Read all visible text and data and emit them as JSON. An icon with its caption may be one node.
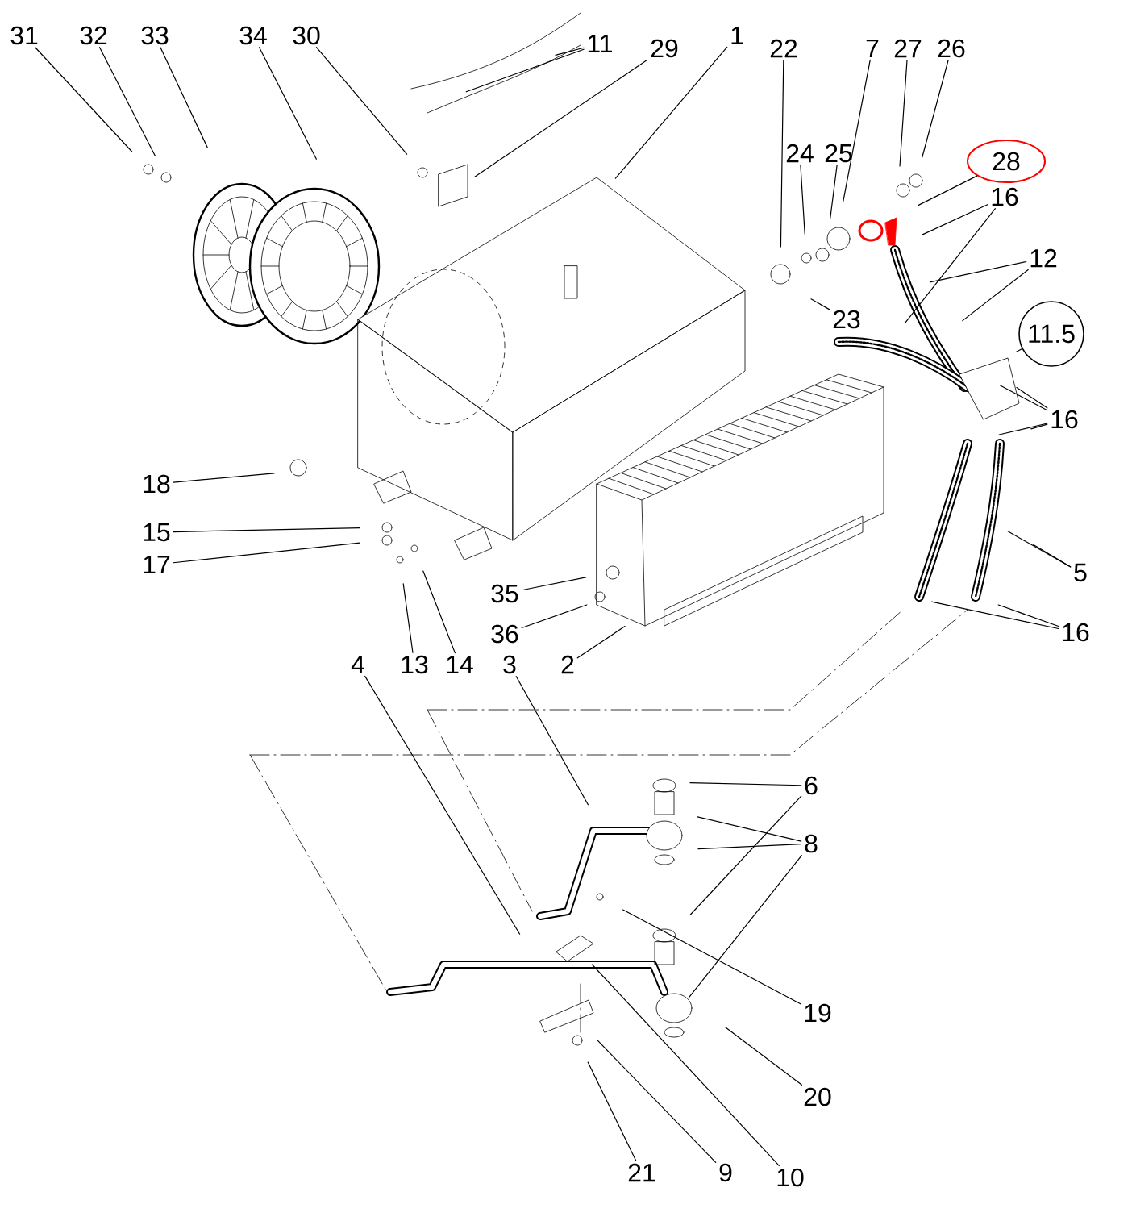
{
  "diagram": {
    "nodes": [
      {
        "text": [
          "31"
        ]
      },
      {
        "text": [
          "32"
        ]
      },
      {
        "text": [
          "33"
        ]
      },
      {
        "text": [
          "34"
        ]
      },
      {
        "text": [
          "30"
        ]
      },
      {
        "text": [
          "11"
        ]
      },
      {
        "text": [
          "29"
        ]
      },
      {
        "text": [
          "1"
        ]
      },
      {
        "text": [
          "22"
        ]
      },
      {
        "text": [
          "24"
        ]
      },
      {
        "text": [
          "25"
        ]
      },
      {
        "text": [
          "7"
        ]
      },
      {
        "text": [
          "27"
        ]
      },
      {
        "text": [
          "26"
        ]
      },
      {
        "text": [
          "28"
        ]
      },
      {
        "text": [
          "16"
        ]
      },
      {
        "text": [
          "12"
        ]
      },
      {
        "text": [
          "23"
        ]
      },
      {
        "text": [
          "11.5"
        ]
      },
      {
        "text": [
          "16"
        ]
      },
      {
        "text": [
          "18"
        ]
      },
      {
        "text": [
          "15"
        ]
      },
      {
        "text": [
          "17"
        ]
      },
      {
        "text": [
          "35"
        ]
      },
      {
        "text": [
          "36"
        ]
      },
      {
        "text": [
          "13"
        ]
      },
      {
        "text": [
          "14"
        ]
      },
      {
        "text": [
          "2"
        ]
      },
      {
        "text": [
          "5"
        ]
      },
      {
        "text": [
          "16"
        ]
      },
      {
        "text": [
          "4"
        ]
      },
      {
        "text": [
          "3"
        ]
      },
      {
        "text": [
          "6"
        ]
      },
      {
        "text": [
          "8"
        ]
      },
      {
        "text": [
          "19"
        ]
      },
      {
        "text": [
          "20"
        ]
      },
      {
        "text": [
          "21"
        ]
      },
      {
        "text": [
          "9"
        ]
      },
      {
        "text": [
          "10"
        ]
      }
    ],
    "edges": [
      {
        "from": 0,
        "to": null,
        "arrow": "none"
      },
      {
        "from": 1,
        "to": null,
        "arrow": "none"
      },
      {
        "from": 2,
        "to": null,
        "arrow": "none"
      },
      {
        "from": 3,
        "to": null,
        "arrow": "none"
      },
      {
        "from": 4,
        "to": null,
        "arrow": "none"
      },
      {
        "from": 5,
        "to": null,
        "arrow": "none"
      },
      {
        "from": 5,
        "to": null,
        "arrow": "none"
      },
      {
        "from": 6,
        "to": null,
        "arrow": "none"
      },
      {
        "from": 7,
        "to": null,
        "arrow": "none"
      },
      {
        "from": 8,
        "to": null,
        "arrow": "none"
      },
      {
        "from": 9,
        "to": null,
        "arrow": "none"
      },
      {
        "from": 10,
        "to": null,
        "arrow": "none"
      },
      {
        "from": 11,
        "to": null,
        "arrow": "none"
      },
      {
        "from": 12,
        "to": null,
        "arrow": "none"
      },
      {
        "from": 13,
        "to": null,
        "arrow": "none"
      },
      {
        "from": 14,
        "to": null,
        "arrow": "none"
      },
      {
        "from": 15,
        "to": null,
        "arrow": "none"
      },
      {
        "from": 15,
        "to": null,
        "arrow": "none"
      },
      {
        "from": 16,
        "to": null,
        "arrow": "none"
      },
      {
        "from": 16,
        "to": null,
        "arrow": "none"
      },
      {
        "from": 17,
        "to": null,
        "arrow": "none"
      },
      {
        "from": 18,
        "to": null,
        "arrow": "none"
      },
      {
        "from": 19,
        "to": null,
        "arrow": "none"
      },
      {
        "from": 19,
        "to": null,
        "arrow": "none"
      },
      {
        "from": 19,
        "to": null,
        "arrow": "none"
      },
      {
        "from": 19,
        "to": null,
        "arrow": "none"
      },
      {
        "from": 20,
        "to": null,
        "arrow": "none"
      },
      {
        "from": 21,
        "to": null,
        "arrow": "none"
      },
      {
        "from": 22,
        "to": null,
        "arrow": "none"
      },
      {
        "from": 23,
        "to": null,
        "arrow": "none"
      },
      {
        "from": 24,
        "to": null,
        "arrow": "none"
      },
      {
        "from": 25,
        "to": null,
        "arrow": "none"
      },
      {
        "from": 26,
        "to": null,
        "arrow": "none"
      },
      {
        "from": 27,
        "to": null,
        "arrow": "none"
      },
      {
        "from": 28,
        "to": null,
        "arrow": "none"
      },
      {
        "from": 28,
        "to": null,
        "arrow": "none"
      },
      {
        "from": 29,
        "to": null,
        "arrow": "none"
      },
      {
        "from": 29,
        "to": null,
        "arrow": "none"
      },
      {
        "from": 30,
        "to": null,
        "arrow": "none"
      },
      {
        "from": 31,
        "to": null,
        "arrow": "none"
      },
      {
        "from": 32,
        "to": null,
        "arrow": "none"
      },
      {
        "from": 32,
        "to": null,
        "arrow": "none"
      },
      {
        "from": 33,
        "to": null,
        "arrow": "none"
      },
      {
        "from": 33,
        "to": null,
        "arrow": "none"
      },
      {
        "from": 33,
        "to": null,
        "arrow": "none"
      },
      {
        "from": 34,
        "to": null,
        "arrow": "none"
      },
      {
        "from": 35,
        "to": null,
        "arrow": "none"
      },
      {
        "from": 36,
        "to": null,
        "arrow": "none"
      },
      {
        "from": 37,
        "to": null,
        "arrow": "none"
      },
      {
        "from": 38,
        "to": null,
        "arrow": "none"
      }
    ]
  }
}
